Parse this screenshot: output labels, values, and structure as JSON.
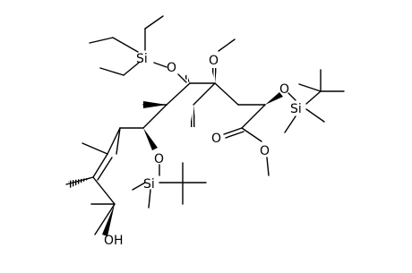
{
  "molecule": {
    "atom_labels": {
      "si_top": "Si",
      "o_top": "O",
      "o_methoxy": "O",
      "o_right": "O",
      "si_right": "Si",
      "o_carbonyl": "O",
      "o_ester": "O",
      "o_left": "O",
      "si_bottom": "Si",
      "oh": "OH"
    }
  }
}
